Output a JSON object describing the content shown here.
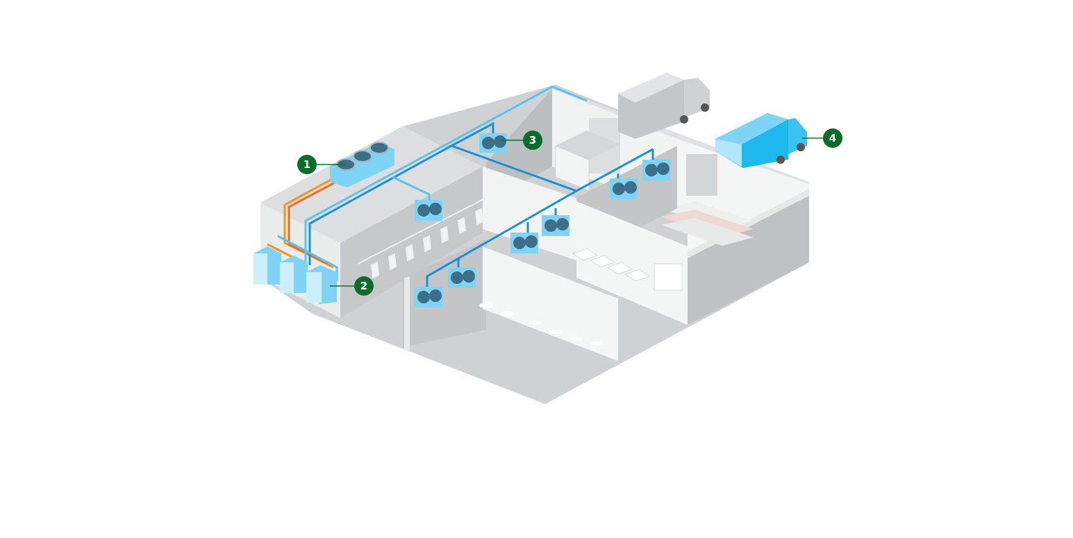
{
  "colors": {
    "marker": "#0e6b2b",
    "pipe_light": "#5bc3ee",
    "pipe_dark": "#1a8fd6",
    "hot_pipe": "#f26a1b",
    "warm_pipe": "#f7941d",
    "equipment": "#7fd3f5",
    "truck_active": "#1eb8ef"
  },
  "markers": [
    {
      "label": "1",
      "target": "condenser-unit"
    },
    {
      "label": "2",
      "target": "compressor-racks"
    },
    {
      "label": "3",
      "target": "evaporator-unit"
    },
    {
      "label": "4",
      "target": "refrigerated-truck"
    }
  ]
}
